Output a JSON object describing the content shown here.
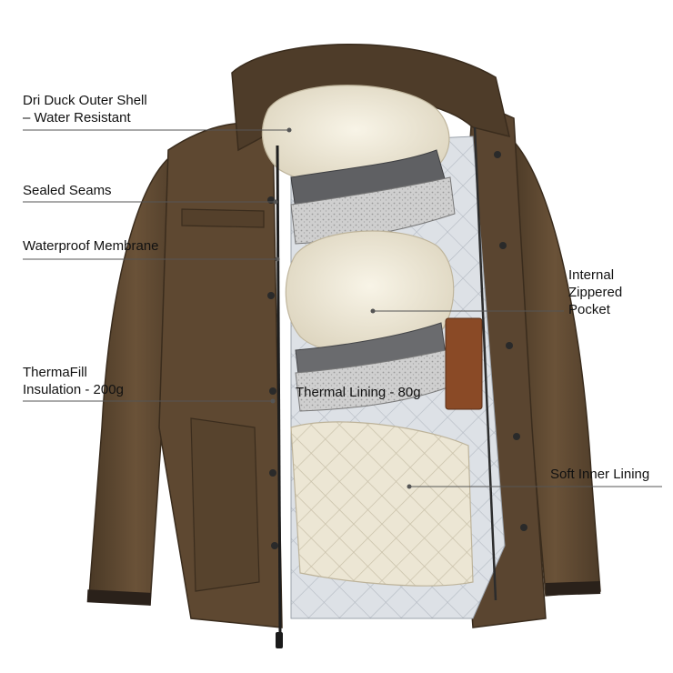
{
  "labels": {
    "outer_shell": {
      "line1": "Dri Duck Outer Shell",
      "line2": "– Water Resistant"
    },
    "sealed_seams": "Sealed Seams",
    "waterproof_membrane": "Waterproof Membrane",
    "insulation": {
      "line1": "ThermaFill",
      "line2": "Insulation - 200g"
    },
    "thermal_lining": "Thermal Lining - 80g",
    "internal_pocket": {
      "line1": "Internal",
      "line2": "Zippered",
      "line3": "Pocket"
    },
    "soft_inner_lining": "Soft Inner Lining"
  },
  "colors": {
    "shell": "#5a4630",
    "shell_dark": "#3e2f20",
    "fleece": "#f1ecdc",
    "membrane": "#6e6e6e",
    "inner_lining": "#d9dde3",
    "pocket_patch": "#8a4a26",
    "quilt": "#ece6d4",
    "leader_line": "#555555"
  },
  "icons": [
    "zipper-icon",
    "snap-button-icon",
    "zipper-pull-icon"
  ]
}
